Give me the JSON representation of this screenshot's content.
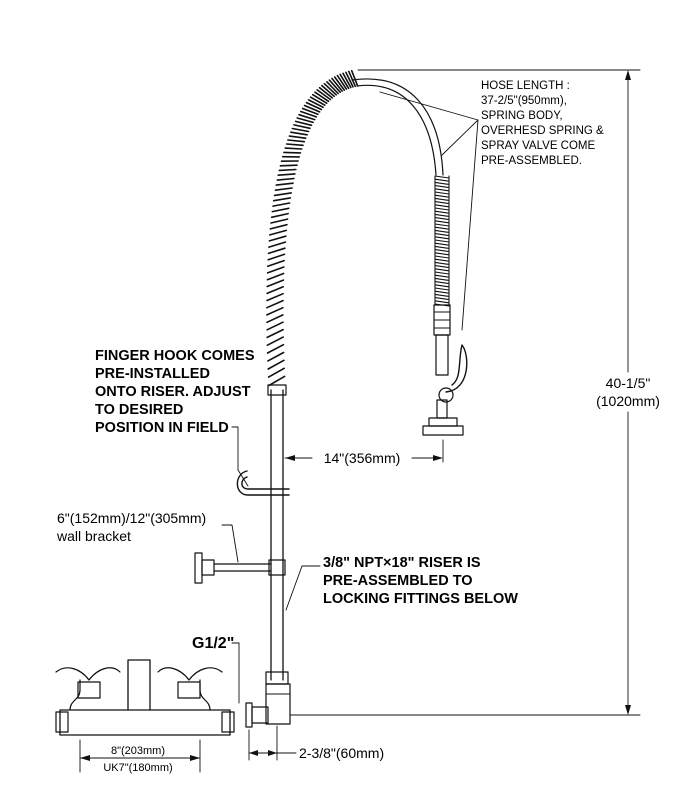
{
  "labels": {
    "hose_length": [
      "HOSE LENGTH :",
      "37-2/5\"(950mm),",
      "SPRING BODY,",
      "OVERHESD SPRING &",
      "SPRAY VALVE COME",
      "PRE-ASSEMBLED."
    ],
    "finger_hook": [
      "FINGER HOOK COMES",
      "PRE-INSTALLED",
      "ONTO RISER. ADJUST",
      "TO DESIRED",
      "POSITION IN FIELD"
    ],
    "height_imperial": "40-1/5\"",
    "height_metric": "(1020mm)",
    "reach": "14\"(356mm)",
    "wall_bracket_size": "6\"(152mm)/12\"(305mm)",
    "wall_bracket": "wall bracket",
    "riser": [
      "3/8\" NPT×18\" RISER IS",
      "PRE-ASSEMBLED TO",
      "LOCKING FITTINGS BELOW"
    ],
    "thread": "G1/2\"",
    "faucet_centers": "8\"(203mm)",
    "faucet_centers_uk": "UK7\"(180mm)",
    "offset": "2-3/8\"(60mm)"
  }
}
